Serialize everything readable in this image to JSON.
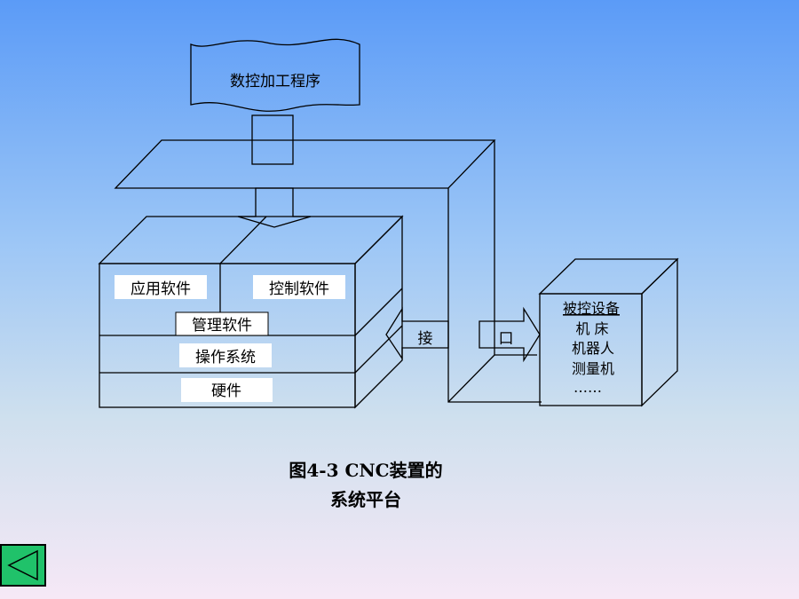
{
  "diagram": {
    "program_label": "数控加工程序",
    "app_software": "应用软件",
    "control_software": "控制软件",
    "mgmt_software": "管理软件",
    "os": "操作系统",
    "hardware": "硬件",
    "interface_left": "接",
    "interface_right": "口",
    "device_title": "被控设备",
    "device_1": "机  床",
    "device_2": "机器人",
    "device_3": "测量机",
    "device_more": "……"
  },
  "caption": {
    "line1": "图4-3 CNC装置的",
    "line2": "系统平台"
  },
  "nav": {
    "back_icon": "triangle-left-icon",
    "color": "#20c26a"
  }
}
